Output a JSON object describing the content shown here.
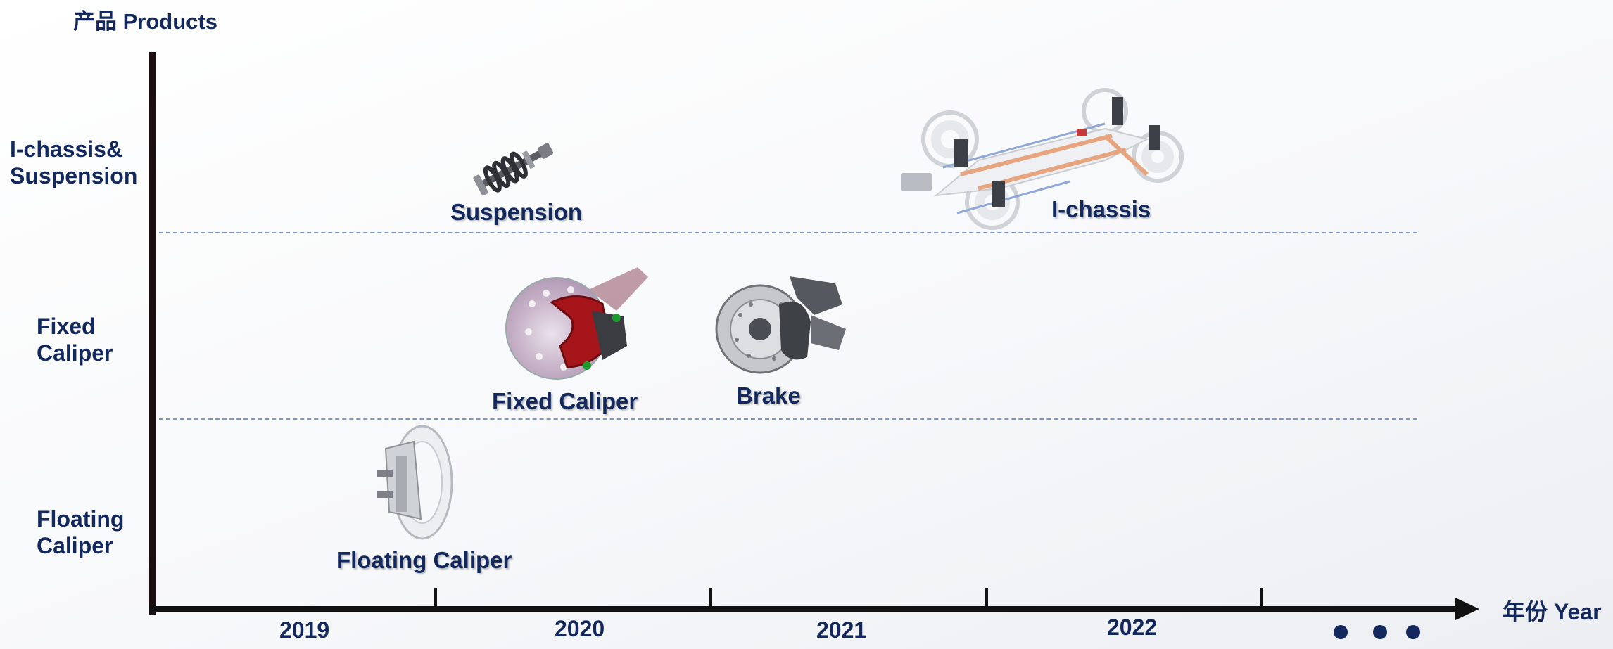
{
  "header": {
    "y_axis_title": "产品 Products"
  },
  "x_axis": {
    "title": "年份 Year",
    "years": [
      "2019",
      "2020",
      "2021",
      "2022"
    ],
    "continuation": "•••"
  },
  "rows": [
    {
      "label_line1": "I-chassis&",
      "label_line2": "Suspension"
    },
    {
      "label_line1": "Fixed",
      "label_line2": "Caliper"
    },
    {
      "label_line1": "Floating",
      "label_line2": "Caliper"
    }
  ],
  "products": {
    "suspension": "Suspension",
    "i_chassis": "I-chassis",
    "fixed_caliper": "Fixed Caliper",
    "brake": "Brake",
    "floating_caliper": "Floating Caliper"
  },
  "colors": {
    "text": "#13285c",
    "axis": "#111111",
    "separator": "#7d96c4"
  }
}
